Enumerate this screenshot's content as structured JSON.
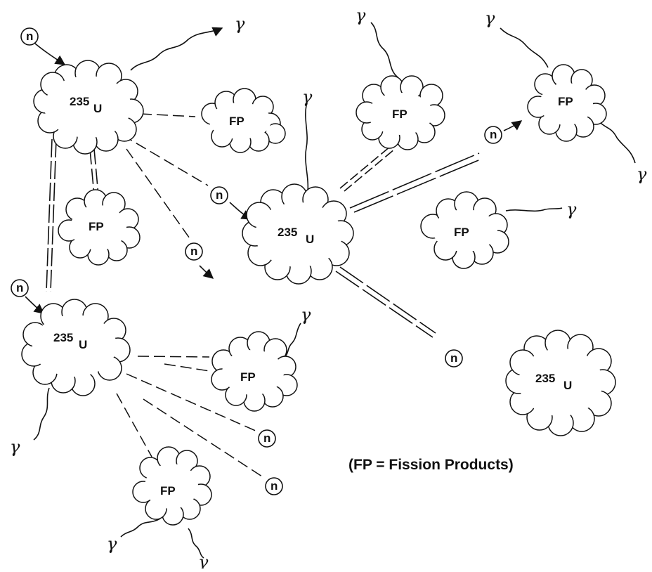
{
  "labels": {
    "uranium_mass": "235",
    "uranium_symbol": "U",
    "fission_product": "FP",
    "neutron": "n",
    "gamma": "γ"
  },
  "caption": "(FP = Fission Products)"
}
